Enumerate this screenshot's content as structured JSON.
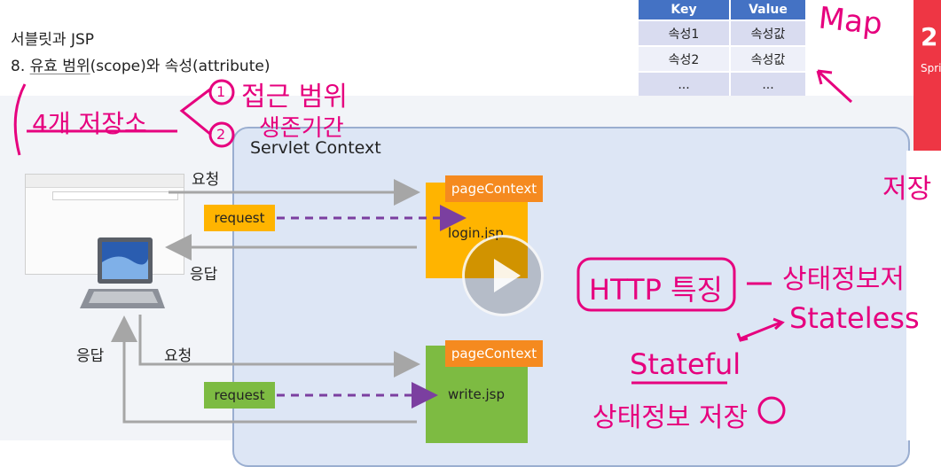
{
  "header": {
    "line1": "서블릿과 JSP",
    "line2_prefix": "8. ",
    "line2_underlined": "유효 범위",
    "line2_rest": "(scope)와 속성(attribute)"
  },
  "map_table": {
    "headers": [
      "Key",
      "Value"
    ],
    "rows": [
      [
        "속성1",
        "속성값"
      ],
      [
        "속성2",
        "속성값"
      ],
      [
        "...",
        "..."
      ]
    ]
  },
  "diagram": {
    "context_label": "Servlet Context",
    "top_flow": {
      "request_label": "요청",
      "response_label": "응답",
      "request_box": "request",
      "page_context": "pageContext",
      "jsp_name": "login.jsp"
    },
    "bottom_flow": {
      "request_label": "요청",
      "response_label": "응답",
      "request_box": "request",
      "page_context": "pageContext",
      "jsp_name": "write.jsp"
    }
  },
  "side_panel": {
    "number": "2",
    "subtitle": "Spri"
  },
  "handwriting": {
    "map_note": "Map",
    "four_stores": "4개 저장소",
    "item1_num": "1",
    "item1": "접근 범위",
    "item2_num": "2",
    "item2": "생존기간",
    "http_trait": "HTTP 특징",
    "stateless_ko": "상태정보저",
    "stateless": "Stateless",
    "stateful": "Stateful",
    "stateful_ko": "상태정보 저장",
    "storage_partial": "저장"
  },
  "colors": {
    "orange": "#ffb400",
    "dark_orange": "#f58a1f",
    "green": "#7dbb42",
    "purple": "#7b3fa0",
    "ink": "#e6007e",
    "table_header": "#4472c4",
    "side_red": "#ee3644"
  }
}
